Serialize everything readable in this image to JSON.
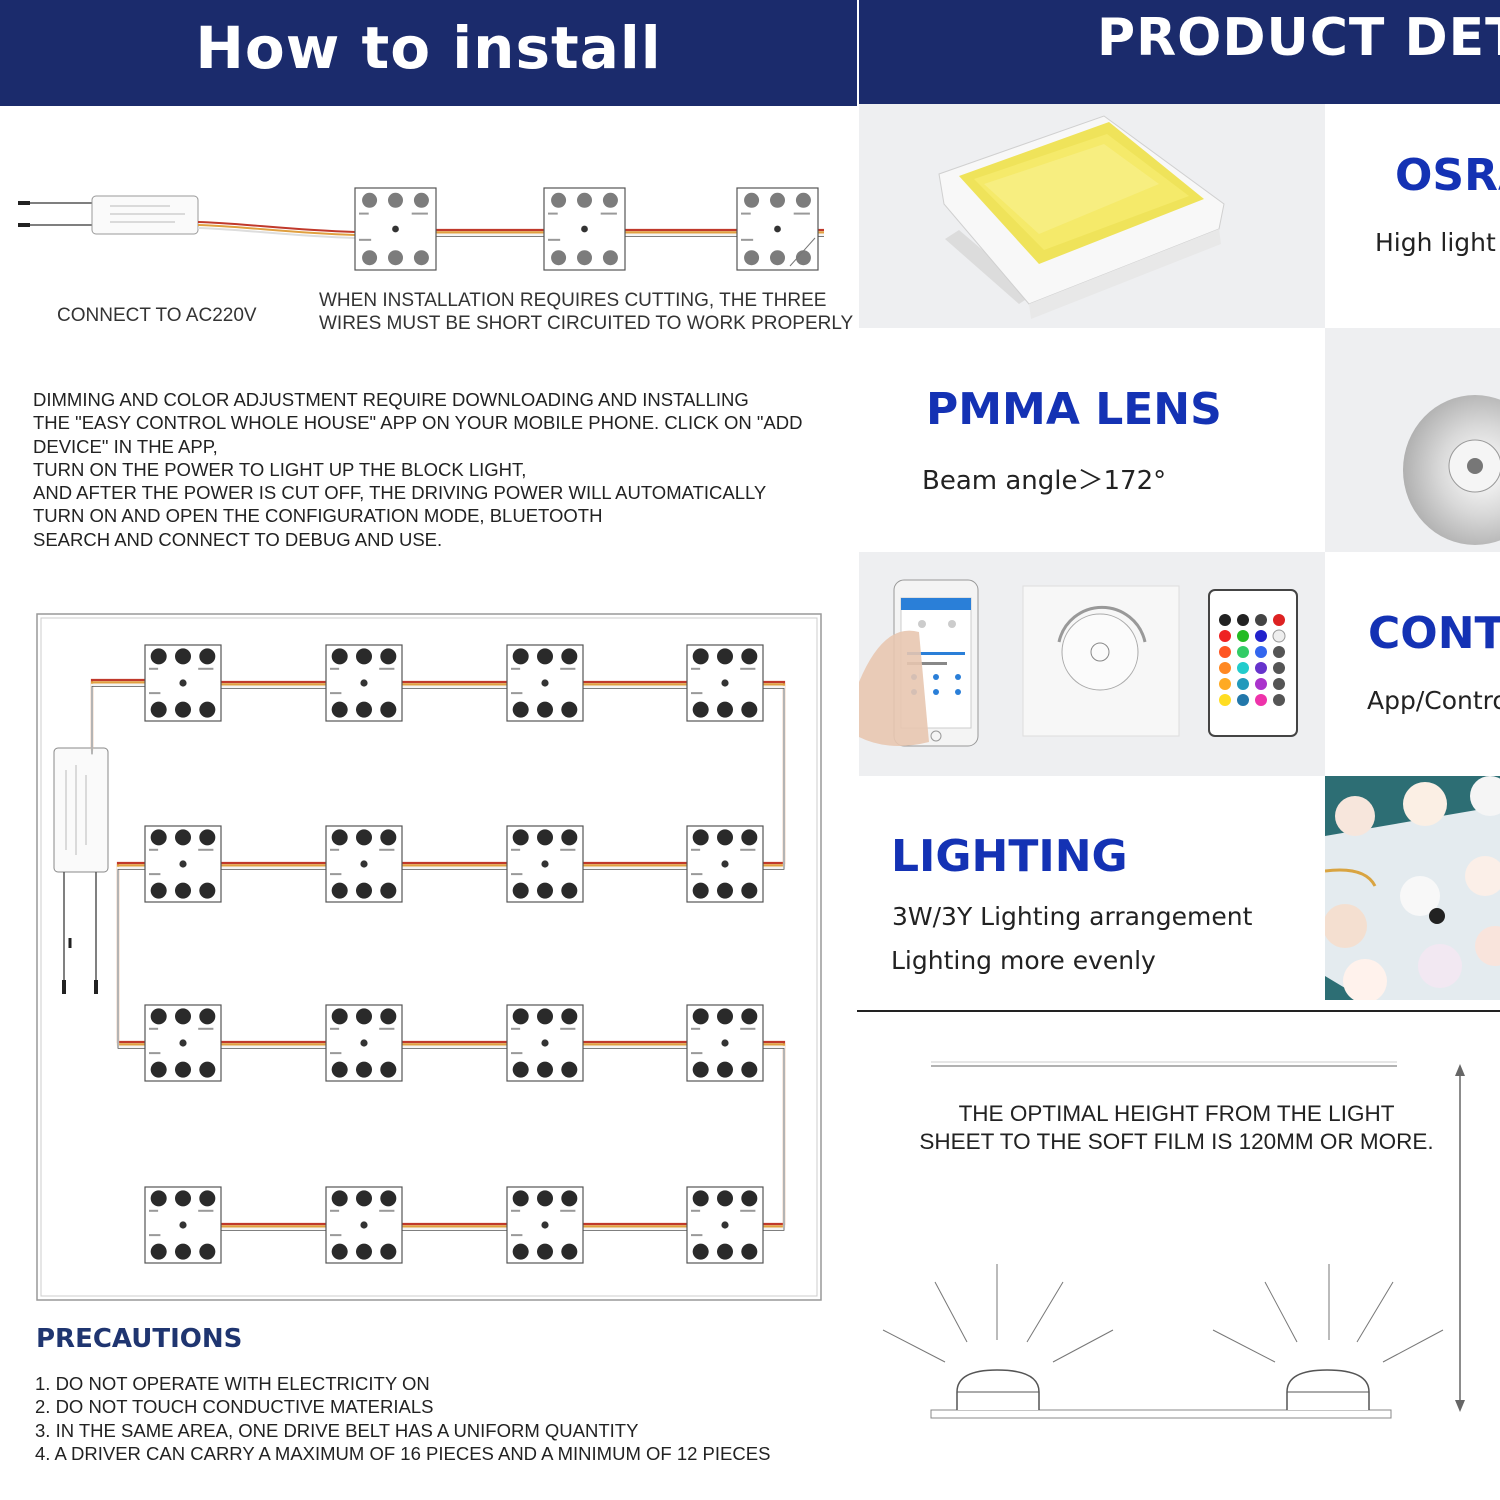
{
  "install": {
    "title": "How to install",
    "caption_ac": "CONNECT TO AC220V",
    "caption_cut": [
      "WHEN INSTALLATION REQUIRES CUTTING, THE THREE",
      "WIRES MUST BE SHORT CIRCUITED TO WORK PROPERLY"
    ],
    "instructions": [
      "DIMMING AND COLOR ADJUSTMENT REQUIRE DOWNLOADING AND INSTALLING",
      "THE \"EASY CONTROL WHOLE HOUSE\" APP ON YOUR MOBILE PHONE. CLICK ON \"ADD",
      "DEVICE\" IN THE APP,",
      "TURN ON THE POWER TO LIGHT UP THE BLOCK LIGHT,",
      "AND AFTER THE POWER IS CUT OFF, THE DRIVING POWER WILL AUTOMATICALLY",
      "TURN ON AND OPEN THE CONFIGURATION MODE, BLUETOOTH",
      "SEARCH AND CONNECT TO DEBUG AND USE."
    ],
    "precautions_title": "PRECAUTIONS",
    "precautions": [
      "1. DO NOT OPERATE WITH ELECTRICITY ON",
      "2. DO NOT TOUCH CONDUCTIVE MATERIALS",
      "3. IN THE SAME AREA, ONE DRIVE BELT HAS A UNIFORM QUANTITY",
      "4. A DRIVER CAN CARRY A MAXIMUM OF 16 PIECES AND A MINIMUM OF 12 PIECES"
    ]
  },
  "details": {
    "title": "PRODUCT DETA",
    "osram": {
      "title": "OSRA",
      "subtitle": "High light"
    },
    "pmma": {
      "title": "PMMA LENS",
      "subtitle": "Beam angle＞172°"
    },
    "control": {
      "title": "CONTI",
      "subtitle": "App/Contro"
    },
    "lighting": {
      "title": "LIGHTING",
      "line1": "3W/3Y Lighting arrangement",
      "line2": "Lighting more evenly"
    },
    "height_note": [
      "THE OPTIMAL HEIGHT FROM THE LIGHT",
      "SHEET TO THE SOFT FILM IS 120MM OR MORE."
    ]
  },
  "colors": {
    "banner": "#1b2b6c",
    "feature_title": "#1432b4",
    "wire_red": "#c0392b",
    "wire_amber": "#e0a040",
    "wire_white": "#f4f4f4"
  }
}
